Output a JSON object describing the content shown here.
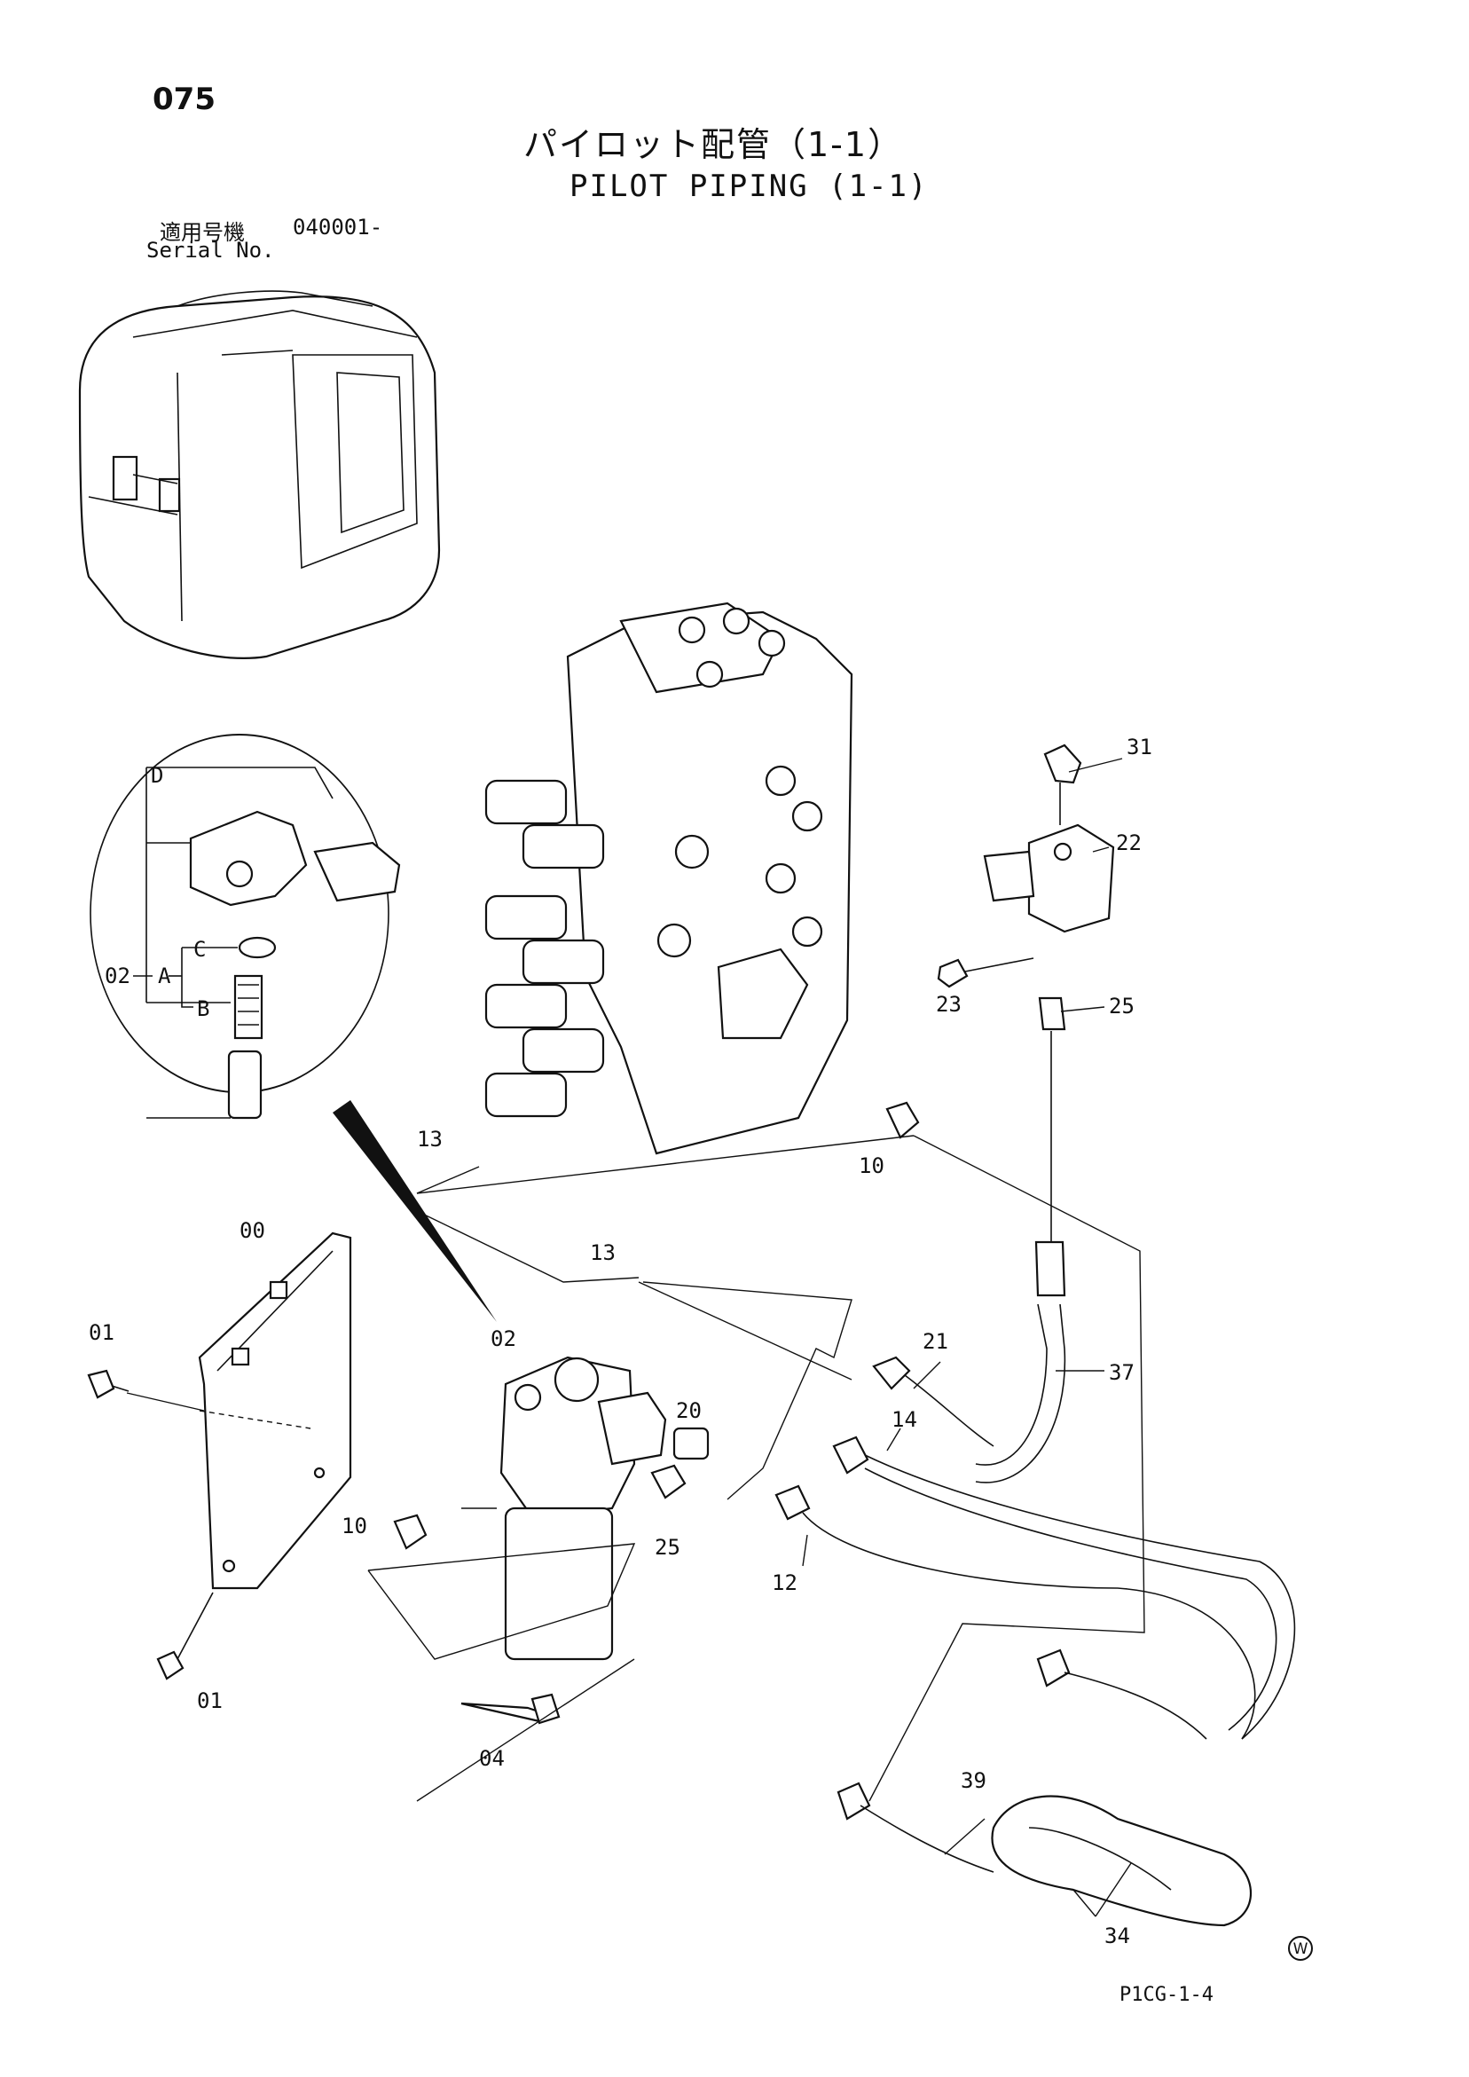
{
  "page_number": "075",
  "title_ja": "パイロット配管（1-1）",
  "title_en": "PILOT PIPING (1-1)",
  "serial": {
    "label_ja": "適用号機",
    "value": "040001-",
    "label_en": "Serial No."
  },
  "drawing_code": "P1CG-1-4",
  "marker_symbol": "W",
  "detail_labels": {
    "D": "D",
    "C": "C",
    "B": "B",
    "A": "A",
    "assembly": "02"
  },
  "callouts": {
    "p31": "31",
    "p22": "22",
    "p23": "23",
    "p25a": "25",
    "p13a": "13",
    "p10a": "10",
    "p13b": "13",
    "p00": "00",
    "p01a": "01",
    "p02": "02",
    "p20": "20",
    "p21": "21",
    "p37": "37",
    "p14": "14",
    "p10b": "10",
    "p25b": "25",
    "p12": "12",
    "p01b": "01",
    "p04": "04",
    "p39": "39",
    "p34": "34"
  }
}
